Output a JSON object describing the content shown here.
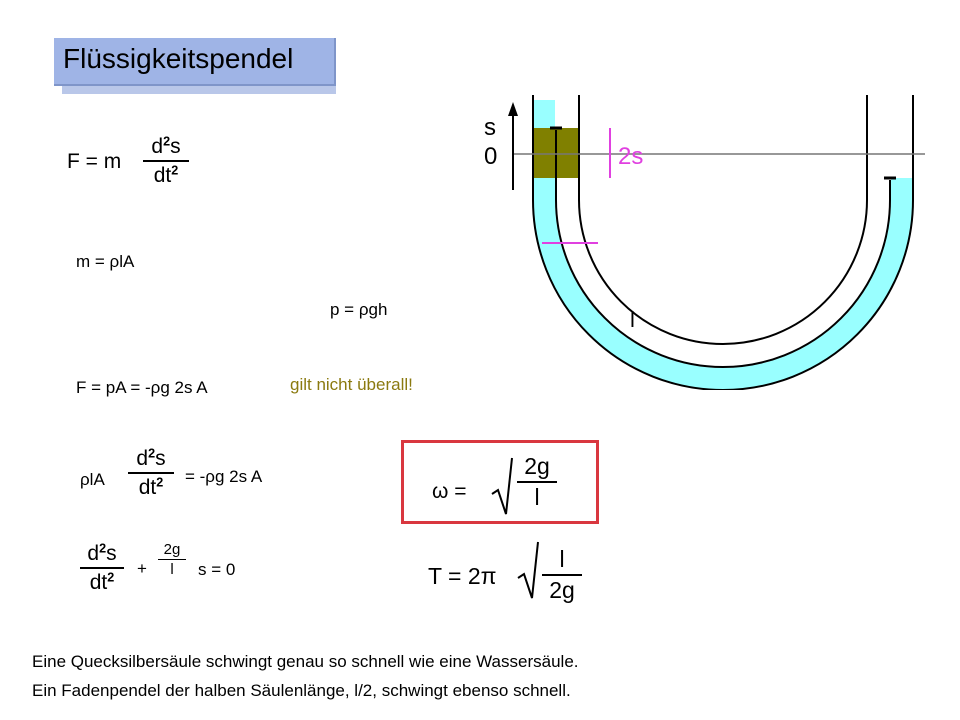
{
  "title": "Flüssigkeitspendel",
  "eq_newton": {
    "lhs": "F = m",
    "num": "d",
    "num_exp": "2",
    "num_var": "s",
    "den": "dt",
    "den_exp": "2"
  },
  "eq_mass": "m = ρlA",
  "eq_pressure": "p = ρgh",
  "eq_force": "F = pA = -ρg 2s A",
  "note": "gilt nicht überall!",
  "eq_motion": {
    "lhs": "ρlA",
    "num": "d",
    "num_exp": "2",
    "num_var": "s",
    "den": "dt",
    "den_exp": "2",
    "rhs": "= -ρg 2s A"
  },
  "eq_diff": {
    "num": "d",
    "num_exp": "2",
    "num_var": "s",
    "den": "dt",
    "den_exp": "2",
    "plus": "+",
    "coef_num": "2g",
    "coef_den": "l",
    "rhs": "s = 0"
  },
  "eq_omega": {
    "lhs": "ω =",
    "num": "2g",
    "den": "l"
  },
  "eq_period": {
    "lhs": "T = 2π",
    "num": "l",
    "den": "2g"
  },
  "diagram": {
    "label_s": "s",
    "label_zero": "0",
    "label_2s": "2s",
    "label_l": "l"
  },
  "colors": {
    "liquid": "#99ffff",
    "displaced": "#808000",
    "marker": "#e040e0",
    "frame": "#d9373f",
    "title_bg": "#9fb4e6",
    "note": "#8b7a10"
  },
  "footer": {
    "line1": "Eine Quecksilbersäule schwingt genau so schnell wie eine Wassersäule.",
    "line2": "Ein Fadenpendel der halben Säulenlänge, l/2, schwingt ebenso schnell."
  }
}
